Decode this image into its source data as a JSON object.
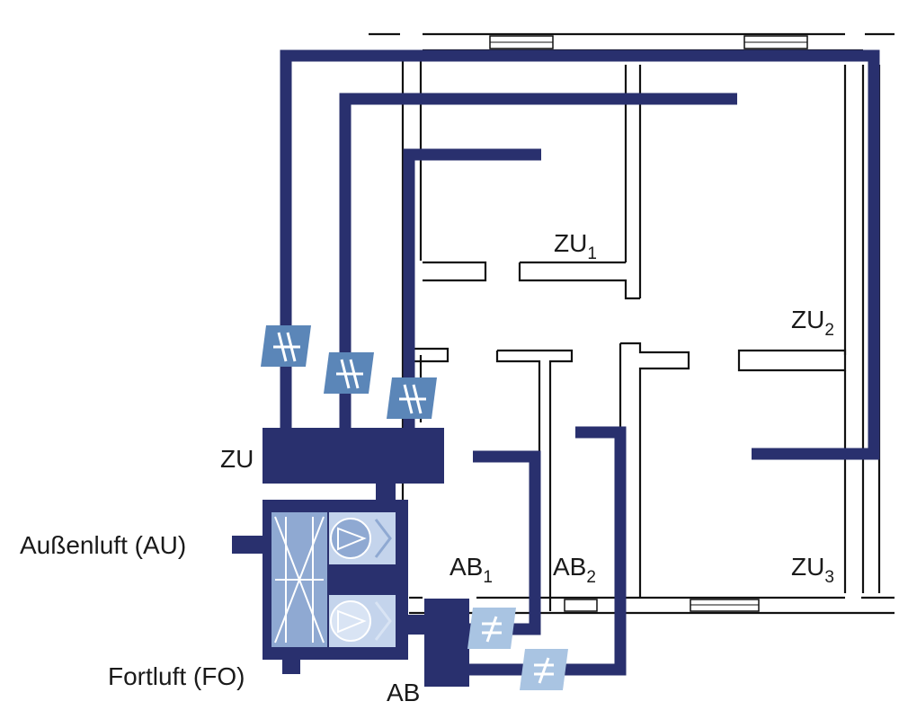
{
  "labels": {
    "zu1": {
      "main": "ZU",
      "sub": "1"
    },
    "zu2": {
      "main": "ZU",
      "sub": "2"
    },
    "zu3": {
      "main": "ZU",
      "sub": "3"
    },
    "ab1": {
      "main": "AB",
      "sub": "1"
    },
    "ab2": {
      "main": "AB",
      "sub": "2"
    },
    "zu_manifold": "ZU",
    "ab_manifold": "AB",
    "outdoor_air": "Außenluft (AU)",
    "exhaust_air": "Fortluft (FO)"
  },
  "colors": {
    "duct": "#29306e",
    "wall": "#111111",
    "supply_damper": "#5b86b8",
    "extract_damper": "#a9c4e2",
    "hx_light": "#c4d4ec",
    "hx_mid": "#8fa9d2"
  },
  "icons": {
    "supply_damper": "damper-icon",
    "extract_damper": "damper-icon",
    "heat_exchanger": "heat-exchanger-icon",
    "fan": "fan-icon"
  }
}
